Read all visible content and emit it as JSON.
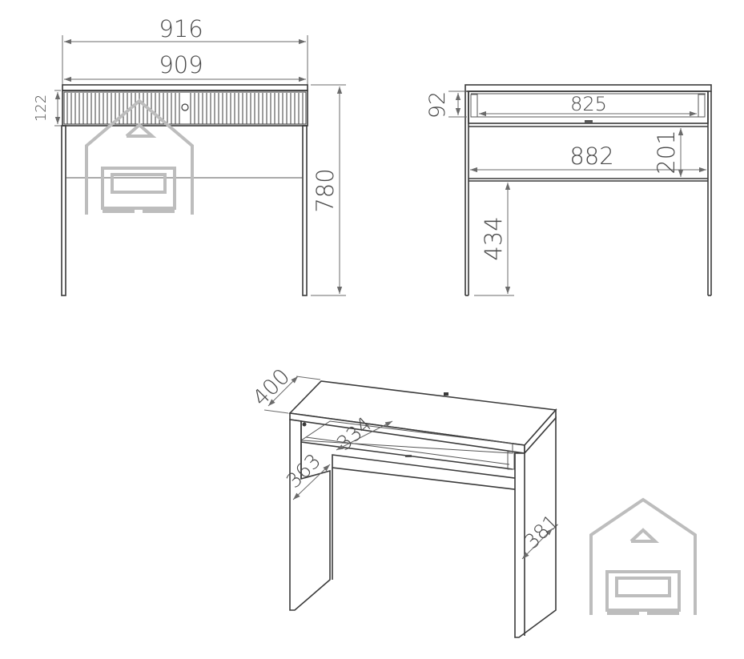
{
  "front_view": {
    "total_width": "916",
    "top_width": "909",
    "drawer_height": "122",
    "total_height": "780"
  },
  "side_view": {
    "drawer_depth_height": "92",
    "drawer_inner_width": "825",
    "inner_width": "882",
    "shelf_gap": "201",
    "leg_clearance": "434"
  },
  "iso_view": {
    "depth": "400",
    "drawer_depth": "334",
    "side_depth_left": "363",
    "side_depth_right": "381"
  },
  "colors": {
    "line": "#3a3a3a",
    "dimension": "#6b6b6b",
    "logo": "#bdbdbd"
  },
  "icons": [
    "house-sofa-logo-icon",
    "house-sofa-logo-icon"
  ]
}
